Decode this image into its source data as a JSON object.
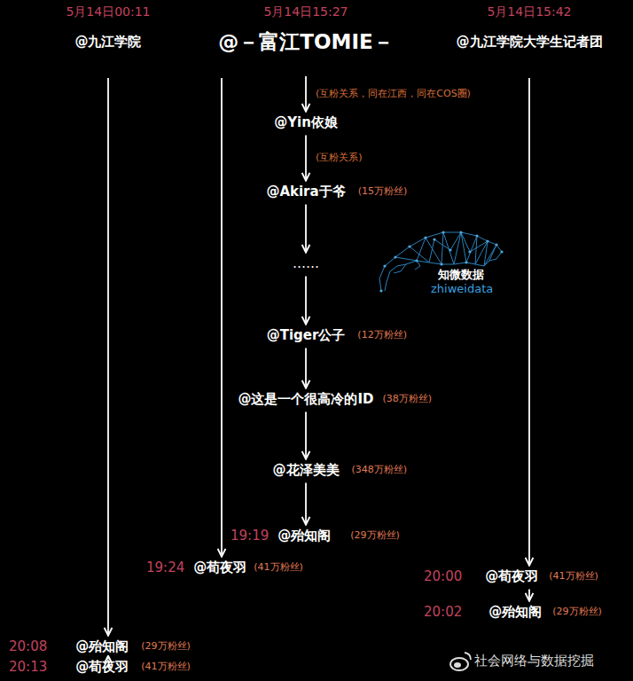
{
  "diagram": {
    "nodes": [
      {
        "text": [
          "5月14日00:11",
          "@九江学院"
        ]
      },
      {
        "text": [
          "5月14日15:27",
          "@－富江TOMIE－"
        ]
      },
      {
        "text": [
          "5月14日15:42",
          "@九江学院大学生记者团"
        ]
      },
      {
        "text": [
          "@Yin依娘"
        ]
      },
      {
        "text": [
          "@Akira于爷",
          "(15万粉丝)"
        ]
      },
      {
        "text": [
          "……"
        ]
      },
      {
        "text": [
          "@Tiger公子",
          "(12万粉丝)"
        ]
      },
      {
        "text": [
          "@这是一个很高冷的ID",
          "(38万粉丝)"
        ]
      },
      {
        "text": [
          "@花泽美美",
          "(348万粉丝)"
        ]
      },
      {
        "text": [
          "19:19",
          "@殆知阁",
          "(29万粉丝)"
        ]
      },
      {
        "text": [
          "19:24",
          "@荀夜羽",
          "(41万粉丝)"
        ]
      },
      {
        "text": [
          "20:00",
          "@荀夜羽",
          "(41万粉丝)"
        ]
      },
      {
        "text": [
          "20:02",
          "@殆知阁",
          "(29万粉丝)"
        ]
      },
      {
        "text": [
          "20:08",
          "@殆知阁",
          "(29万粉丝)"
        ]
      },
      {
        "text": [
          "20:13",
          "@荀夜羽",
          "(41万粉丝)"
        ]
      }
    ],
    "edges": [
      {
        "from": 1,
        "to": 3,
        "arrow": "to",
        "label": "(互粉关系，同在江西，同在COS圈)"
      },
      {
        "from": 3,
        "to": 4,
        "arrow": "to",
        "label": "(互粉关系)"
      },
      {
        "from": 4,
        "to": 5,
        "arrow": "to"
      },
      {
        "from": 5,
        "to": 6,
        "arrow": "to"
      },
      {
        "from": 6,
        "to": 7,
        "arrow": "to"
      },
      {
        "from": 7,
        "to": 8,
        "arrow": "to"
      },
      {
        "from": 8,
        "to": 9,
        "arrow": "to"
      },
      {
        "from": 1,
        "to": 10,
        "arrow": "to"
      },
      {
        "from": 2,
        "to": 11,
        "arrow": "to"
      },
      {
        "from": 11,
        "to": 12,
        "arrow": "to"
      },
      {
        "from": 0,
        "to": 13,
        "arrow": "to"
      },
      {
        "from": 13,
        "to": 14,
        "arrow": "to"
      }
    ],
    "labels": [
      "知微数据",
      "zhiweidata",
      "社会网络与数据挖掘"
    ]
  }
}
